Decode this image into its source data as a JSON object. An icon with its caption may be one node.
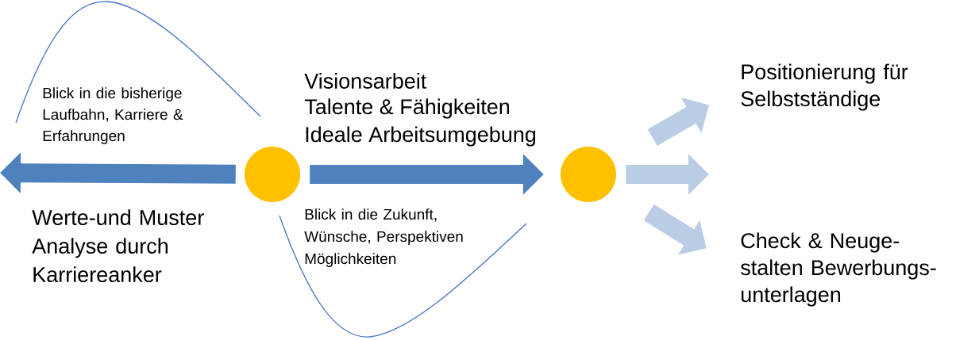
{
  "diagram": {
    "nodes": [
      {
        "text": [],
        "shape": "circle"
      },
      {
        "text": [],
        "shape": "circle"
      },
      {
        "text": [
          "Positionierung für Selbstständige"
        ]
      },
      {
        "text": [
          "Check & Neuge- stalten Bewerbungs- unterlagen"
        ]
      }
    ],
    "edges": [
      {
        "from": 0,
        "to": null,
        "arrow": "to",
        "color": "#4f81bd"
      },
      {
        "from": 0,
        "to": 1,
        "arrow": "to",
        "color": "#4f81bd"
      },
      {
        "from": 1,
        "to": 2,
        "arrow": "to",
        "color": "#b9cde5"
      },
      {
        "from": 1,
        "to": null,
        "arrow": "to",
        "color": "#b9cde5"
      },
      {
        "from": 1,
        "to": 3,
        "arrow": "to",
        "color": "#b9cde5"
      }
    ],
    "labels": [
      "Blick in die bisherige Laufbahn, Karriere & Erfahrungen",
      "Visionsarbeit",
      "Talente & Fähigkeiten",
      "Ideale Arbeitsumgebung",
      "Werte-und Muster Analyse durch Karriereanker",
      "Blick in die Zukunft, Wünsche, Perspektiven Möglichkeiten"
    ]
  }
}
